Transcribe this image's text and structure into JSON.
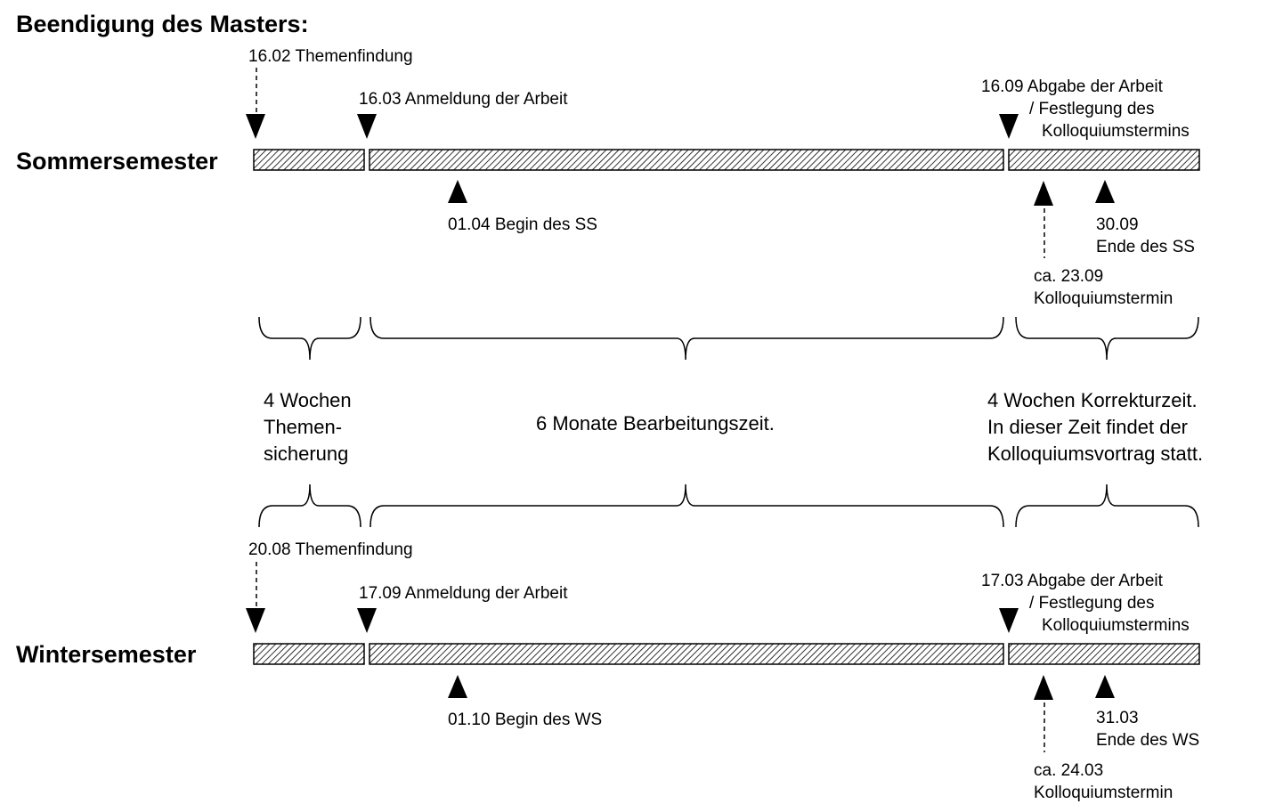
{
  "title": "Beendigung des Masters:",
  "summer": {
    "label": "Sommersemester",
    "themenfindung": "16.02 Themenfindung",
    "anmeldung": "16.03 Anmeldung der Arbeit",
    "abgabe": [
      "16.09 Abgabe der Arbeit",
      "/ Festlegung des",
      "Kolloquiumstermins"
    ],
    "beginn": "01.04 Begin des SS",
    "kolloquium": [
      "ca. 23.09",
      "Kolloquiumstermin"
    ],
    "ende": [
      "30.09",
      "Ende des SS"
    ]
  },
  "winter": {
    "label": "Wintersemester",
    "themenfindung": "20.08 Themenfindung",
    "anmeldung": "17.09 Anmeldung der Arbeit",
    "abgabe": [
      "17.03 Abgabe der Arbeit",
      "/ Festlegung des",
      "Kolloquiumstermins"
    ],
    "beginn": "01.10 Begin des WS",
    "kolloquium": [
      "ca. 24.03",
      "Kolloquiumstermin"
    ],
    "ende": [
      "31.03",
      "Ende des WS"
    ]
  },
  "phases": {
    "themensicherung": [
      "4 Wochen",
      "Themen-",
      "sicherung"
    ],
    "bearbeitung": "6 Monate Bearbeitungszeit.",
    "korrektur": [
      "4 Wochen Korrekturzeit.",
      "In dieser Zeit findet der",
      "Kolloquiumsvortrag statt."
    ]
  }
}
